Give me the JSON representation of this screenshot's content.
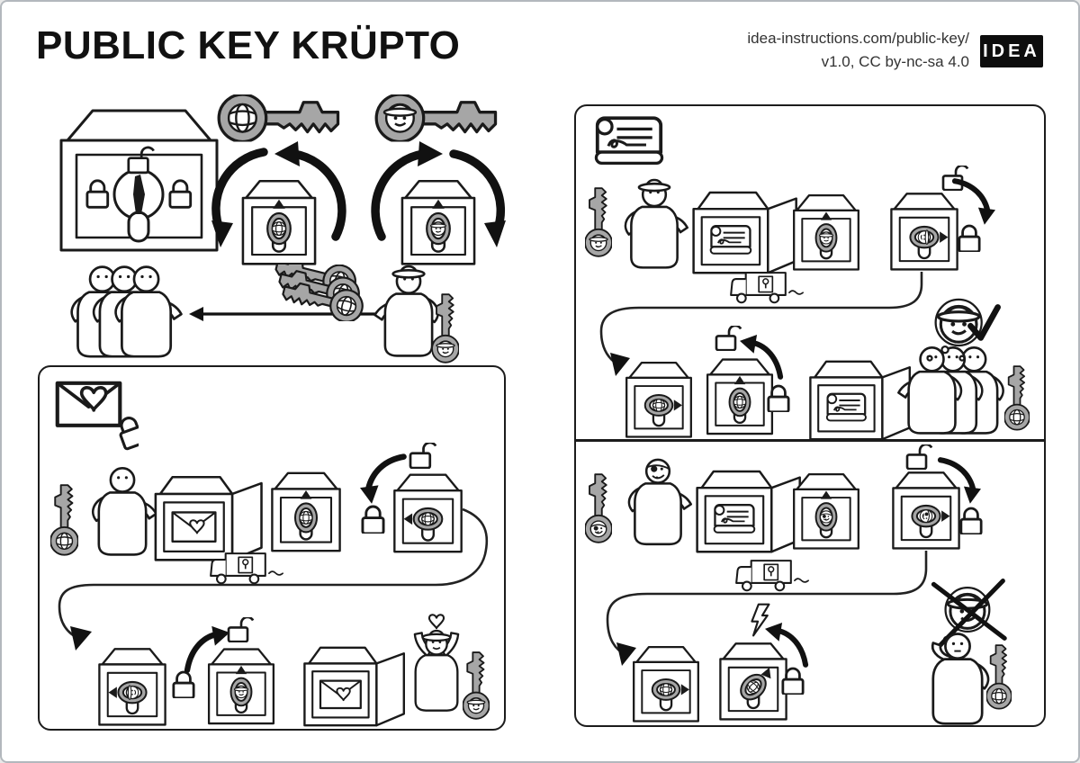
{
  "header": {
    "title": "PUBLIC KEY KRÜPTO",
    "site_line": "idea-instructions.com/public-key/",
    "license_line": "v1.0, CC by-nc-sa 4.0",
    "logo_text": "IDEA"
  },
  "colors": {
    "ink": "#1a1a1a",
    "key_gray": "#a6a6a6",
    "panel_border": "#1c1c1c",
    "page_border": "#b3b8bd",
    "background": "#ffffff"
  },
  "icons": {
    "public_key": "globe-key-icon",
    "private_key": "hat-key-icon",
    "attacker_key": "bandit-key-icon",
    "lockbox": "safe-keyhole-icon",
    "message": "love-letter-envelope-icon",
    "signed_document": "scroll-signature-icon",
    "transport": "delivery-truck-icon",
    "locked": "padlock-locked-icon",
    "unlocked": "padlock-unlocked-icon",
    "verified": "hat-thought-check-icon",
    "rejected": "hat-thought-cross-icon"
  }
}
